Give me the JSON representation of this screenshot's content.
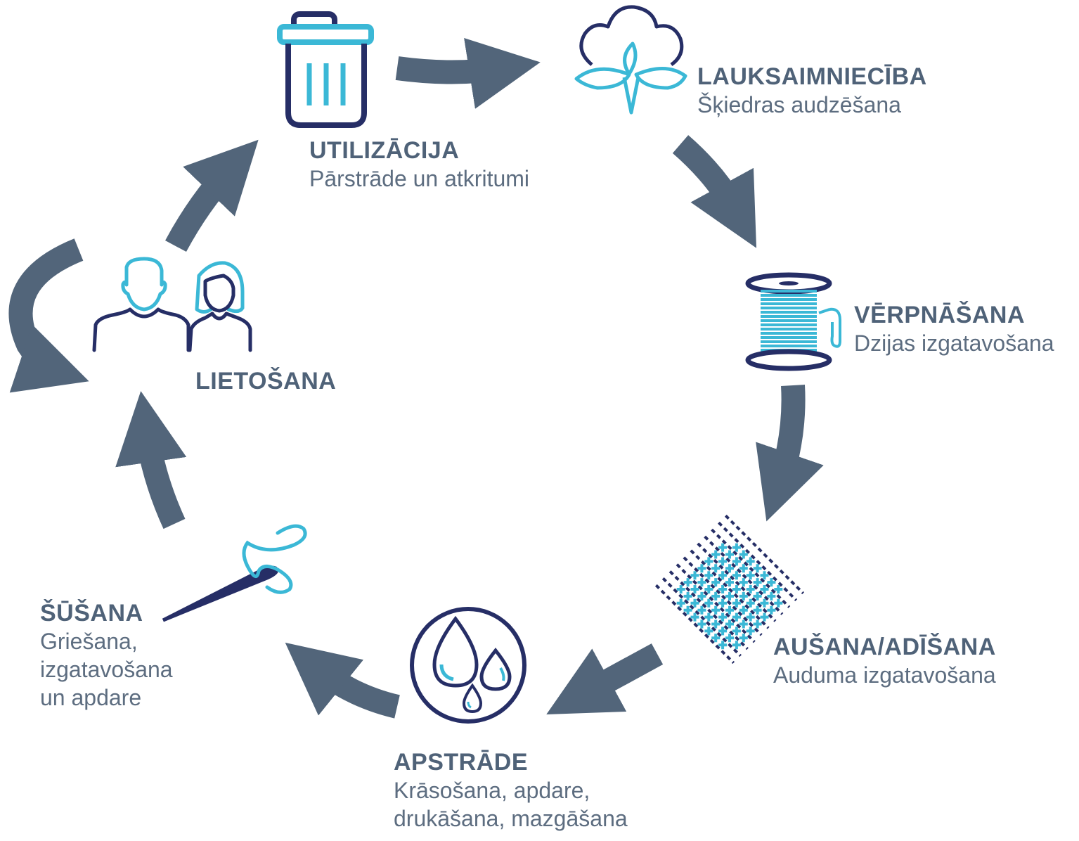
{
  "colors": {
    "arrow": "#52657a",
    "navy": "#262e66",
    "cyan": "#3bb8d6",
    "title": "#4f6278",
    "text": "#5d6d80"
  },
  "stages": {
    "utilization": {
      "title": "UTILIZĀCIJA",
      "desc": "Pārstrāde un atkritumi",
      "icon": "trash-bin-icon"
    },
    "agriculture": {
      "title": "LAUKSAIMNIECĪBA",
      "desc": "Šķiedras audzēšana",
      "icon": "cotton-plant-icon"
    },
    "spinning": {
      "title": "VĒRPNĀŠANA",
      "desc": "Dzijas izgatavošana",
      "icon": "thread-spool-icon"
    },
    "weaving": {
      "title": "AUŠANA/ADĪŠANA",
      "desc": "Auduma izgatavošana",
      "icon": "woven-fabric-icon"
    },
    "processing": {
      "title": "APSTRĀDE",
      "desc": "Krāsošana, apdare,\ndrukāšana, mazgāšana",
      "icon": "water-drops-icon"
    },
    "sewing": {
      "title": "ŠŪŠANA",
      "desc": "Griešana,\nizgatavošana\nun apdare",
      "icon": "needle-thread-icon"
    },
    "usage": {
      "title": "LIETOŠANA",
      "icon": "people-icon"
    }
  }
}
